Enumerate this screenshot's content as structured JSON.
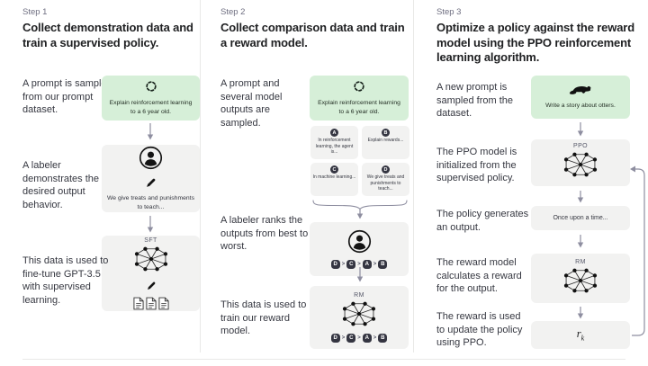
{
  "colors": {
    "prompt_box_green": "#d6efd8",
    "model_box_gray": "#f2f2f1",
    "ranking_chip": "#343541",
    "divider": "#e9e9e7",
    "arrow": "#8e8ea0",
    "heading_text": "#202123",
    "step_text": "#6e6e80"
  },
  "columns": [
    {
      "step_label": "Step 1",
      "heading": "Collect demonstration data and train a supervised policy.",
      "caption_prompt": "A prompt is sampled from our prompt dataset.",
      "caption_labeler": "A labeler demonstrates the desired output behavior.",
      "caption_finetune": "This data is used to fine-tune GPT-3.5 with supervised learning.",
      "prompt_text": "Explain reinforcement learning to a 6 year old.",
      "demonstration_text": "We give treats and punishments to teach...",
      "model_label": "SFT"
    },
    {
      "step_label": "Step 2",
      "heading": "Collect comparison data and train a reward model.",
      "caption_prompt": "A prompt and several model outputs are sampled.",
      "caption_rank": "A labeler ranks the outputs from best to worst.",
      "caption_train": "This data is used to train our reward model.",
      "prompt_text": "Explain reinforcement learning to a 6 year old.",
      "outputs": [
        {
          "id": "A",
          "text": "In reinforcement learning, the agent is..."
        },
        {
          "id": "B",
          "text": "Explain rewards..."
        },
        {
          "id": "C",
          "text": "In machine learning..."
        },
        {
          "id": "D",
          "text": "We give treats and punishments to teach..."
        }
      ],
      "ranking": [
        "D",
        "C",
        "A",
        "B"
      ],
      "ranking_separator": ">",
      "model_label": "RM"
    },
    {
      "step_label": "Step 3",
      "heading": "Optimize a policy against the reward model using the PPO reinforcement learning algorithm.",
      "caption_prompt": "A new prompt is sampled from the dataset.",
      "caption_init": "The PPO model is initialized from the supervised policy.",
      "caption_output": "The policy generates an output.",
      "caption_reward": "The reward model calculates a reward for the output.",
      "caption_update": "The reward is used to update the policy using PPO.",
      "prompt_text": "Write a story about otters.",
      "policy_label": "PPO",
      "output_text": "Once upon a time...",
      "reward_model_label": "RM",
      "reward_symbol": "r",
      "reward_subscript": "k"
    }
  ]
}
